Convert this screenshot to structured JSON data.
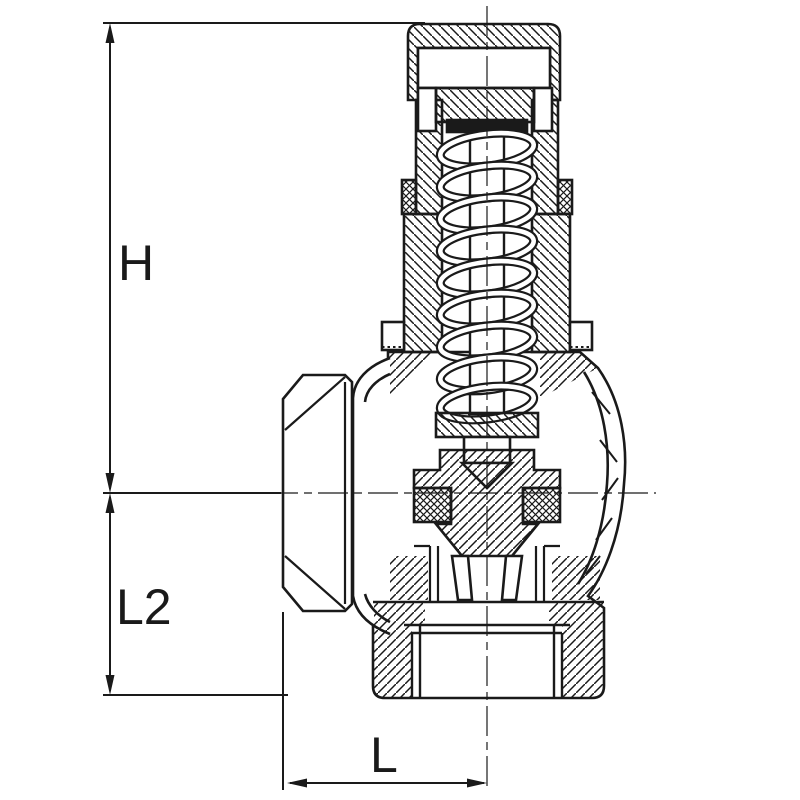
{
  "diagram": {
    "kind": "technical-cross-section-drawing",
    "subject": "spring-loaded angle safety relief valve",
    "dimension_labels": {
      "height": "H",
      "length2": "L2",
      "length": "L"
    },
    "colors": {
      "line": "#1a1a1a",
      "background": "#ffffff"
    }
  }
}
